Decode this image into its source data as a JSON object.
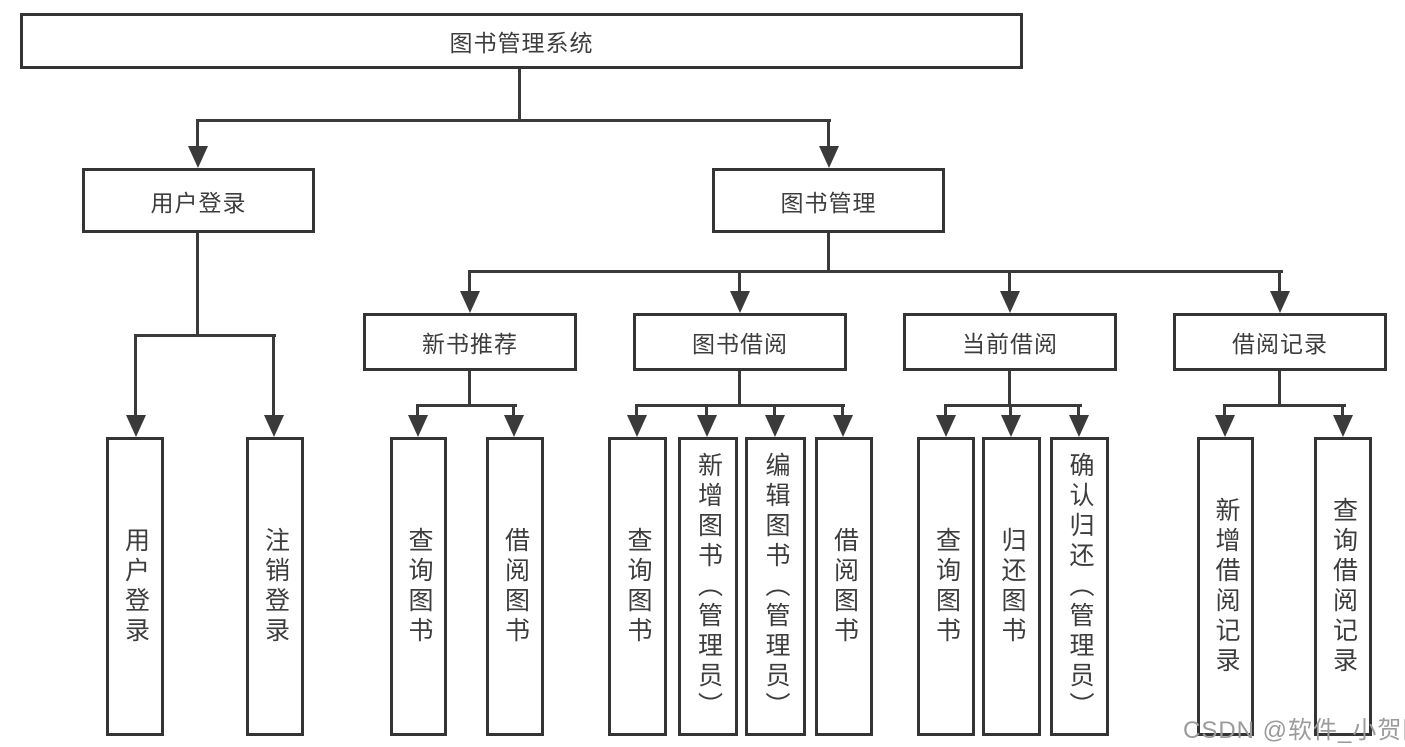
{
  "root": {
    "label": "图书管理系统"
  },
  "branches": {
    "user_login": {
      "label": "用户登录",
      "children": [
        {
          "label": "用户登录"
        },
        {
          "label": "注销登录"
        }
      ]
    },
    "book_mgmt": {
      "label": "图书管理",
      "children": [
        {
          "label": "新书推荐",
          "children": [
            {
              "label": "查询图书"
            },
            {
              "label": "借阅图书"
            }
          ]
        },
        {
          "label": "图书借阅",
          "children": [
            {
              "label": "查询图书"
            },
            {
              "label": "新增图书（管理员）"
            },
            {
              "label": "编辑图书（管理员）"
            },
            {
              "label": "借阅图书"
            }
          ]
        },
        {
          "label": "当前借阅",
          "children": [
            {
              "label": "查询图书"
            },
            {
              "label": "归还图书"
            },
            {
              "label": "确认归还（管理员）"
            }
          ]
        },
        {
          "label": "借阅记录",
          "children": [
            {
              "label": "新增借阅记录"
            },
            {
              "label": "查询借阅记录"
            }
          ]
        }
      ]
    }
  },
  "watermark": {
    "text": "CSDN @软件_小贺同学"
  },
  "colors": {
    "line": "#3a3a3a",
    "border": "#343434",
    "text": "#3d3d3d",
    "watermark": "#9b9b9b",
    "background": "#ffffff"
  }
}
